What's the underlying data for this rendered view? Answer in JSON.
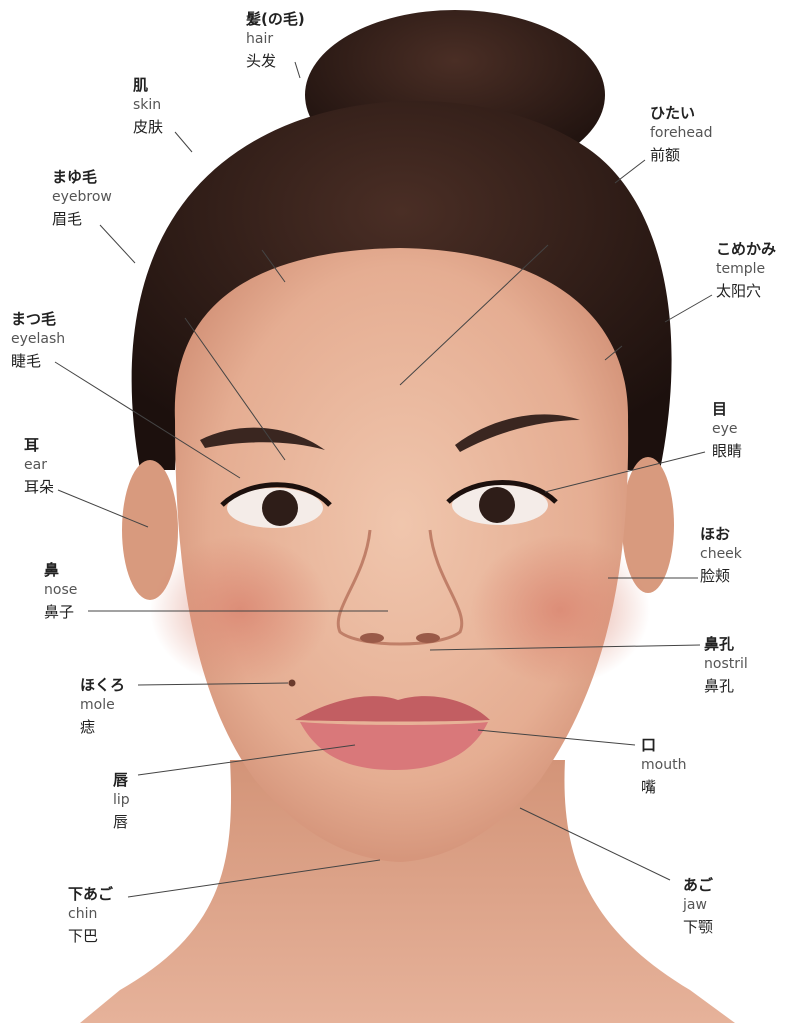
{
  "colors": {
    "skin": "#e8b49a",
    "skin_shadow": "#cf8c72",
    "cheek": "#d9826e",
    "hair": "#2b1a16",
    "lip": "#c8666a",
    "leader": "#444444",
    "background": "#ffffff"
  },
  "labels": {
    "hair": {
      "ja": "髪(の毛)",
      "en": "hair",
      "zh": "头发"
    },
    "skin": {
      "ja": "肌",
      "en": "skin",
      "zh": "皮肤"
    },
    "eyebrow": {
      "ja": "まゆ毛",
      "en": "eyebrow",
      "zh": "眉毛"
    },
    "eyelash": {
      "ja": "まつ毛",
      "en": "eyelash",
      "zh": "睫毛"
    },
    "ear": {
      "ja": "耳",
      "en": "ear",
      "zh": "耳朵"
    },
    "nose": {
      "ja": "鼻",
      "en": "nose",
      "zh": "鼻子"
    },
    "mole": {
      "ja": "ほくろ",
      "en": "mole",
      "zh": "痣"
    },
    "lip": {
      "ja": "唇",
      "en": "lip",
      "zh": "唇"
    },
    "chin": {
      "ja": "下あご",
      "en": "chin",
      "zh": "下巴"
    },
    "forehead": {
      "ja": "ひたい",
      "en": "forehead",
      "zh": "前额"
    },
    "temple": {
      "ja": "こめかみ",
      "en": "temple",
      "zh": "太阳穴"
    },
    "eye": {
      "ja": "目",
      "en": "eye",
      "zh": "眼睛"
    },
    "cheek": {
      "ja": "ほお",
      "en": "cheek",
      "zh": "脸颊"
    },
    "nostril": {
      "ja": "鼻孔",
      "en": "nostril",
      "zh": "鼻孔"
    },
    "mouth": {
      "ja": "口",
      "en": "mouth",
      "zh": "嘴"
    },
    "jaw": {
      "ja": "あご",
      "en": "jaw",
      "zh": "下颚"
    }
  }
}
